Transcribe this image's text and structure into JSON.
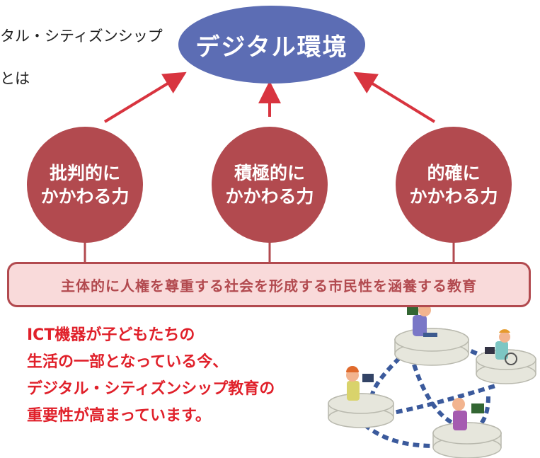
{
  "intro": {
    "line1": "タル・シティズンシップ",
    "line2": "とは"
  },
  "top_node": {
    "label": "デジタル環境"
  },
  "circles": [
    {
      "line1": "批判的に",
      "line2": "かかわる力"
    },
    {
      "line1": "積極的に",
      "line2": "かかわる力"
    },
    {
      "line1": "的確に",
      "line2": "かかわる力"
    }
  ],
  "banner": {
    "text": "主体的に人権を尊重する社会を形成する市民性を涵養する教育"
  },
  "message": {
    "line1": "ICT機器が子どもたちの",
    "line2": "生活の一部となっている今、",
    "line3": "デジタル・シティズンシップ教育の",
    "line4": "重要性が高まっています。"
  },
  "colors": {
    "oval": "#5c6db4",
    "circle": "#b24a4f",
    "arrow": "#d8343f",
    "banner_bg": "#f9dada",
    "message": "#e0202a",
    "network_dash": "#3b5a9c"
  },
  "illustration": {
    "icon": "networked-children-with-devices-illustration"
  }
}
